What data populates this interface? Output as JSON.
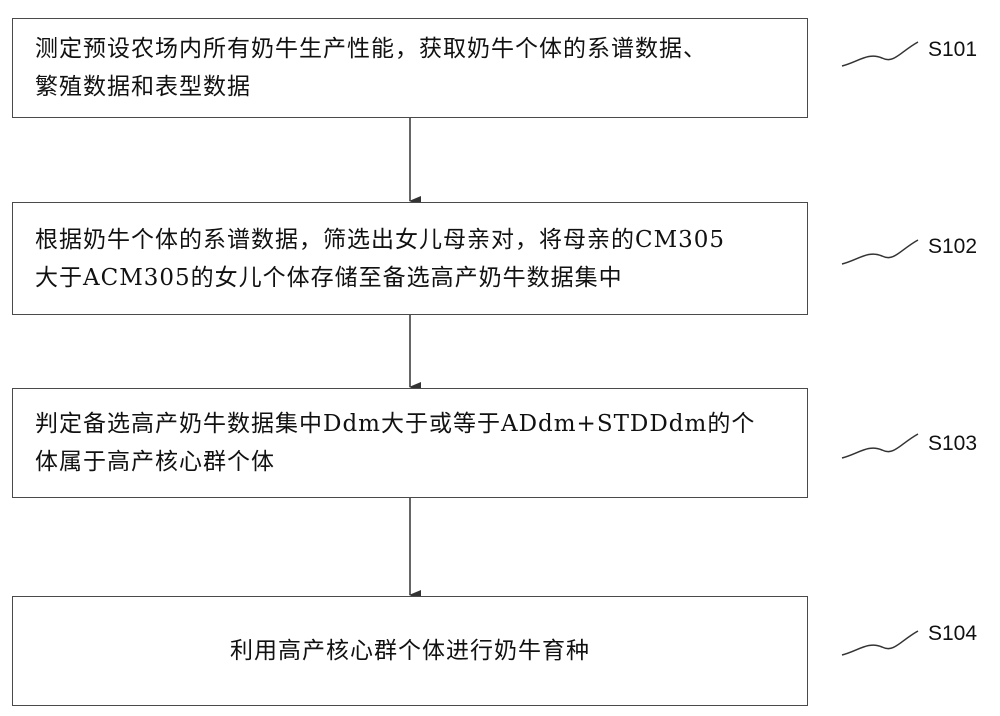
{
  "steps": [
    {
      "lines": [
        "测定预设农场内所有奶牛生产性能，获取奶牛个体的系谱数据、",
        "繁殖数据和表型数据"
      ],
      "label": "S101"
    },
    {
      "lines": [
        "根据奶牛个体的系谱数据，筛选出女儿母亲对，将母亲的CM305",
        "大于ACM305的女儿个体存储至备选高产奶牛数据集中"
      ],
      "label": "S102"
    },
    {
      "lines": [
        "判定备选高产奶牛数据集中Ddm大于或等于ADdm+STDDdm的个",
        "体属于高产核心群个体"
      ],
      "label": "S103"
    },
    {
      "lines": [
        "利用高产核心群个体进行奶牛育种"
      ],
      "label": "S104"
    }
  ],
  "colors": {
    "box_border": "#4a4a4a",
    "arrow": "#333333",
    "text": "#111111"
  }
}
